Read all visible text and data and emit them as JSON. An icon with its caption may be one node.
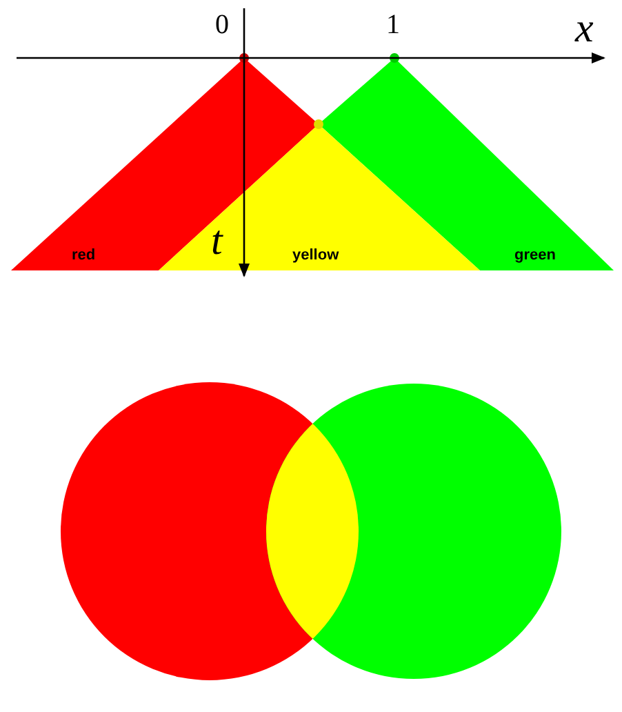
{
  "diagram": {
    "labels": [
      "0",
      "1",
      "x",
      "t",
      "red",
      "yellow",
      "green"
    ]
  }
}
